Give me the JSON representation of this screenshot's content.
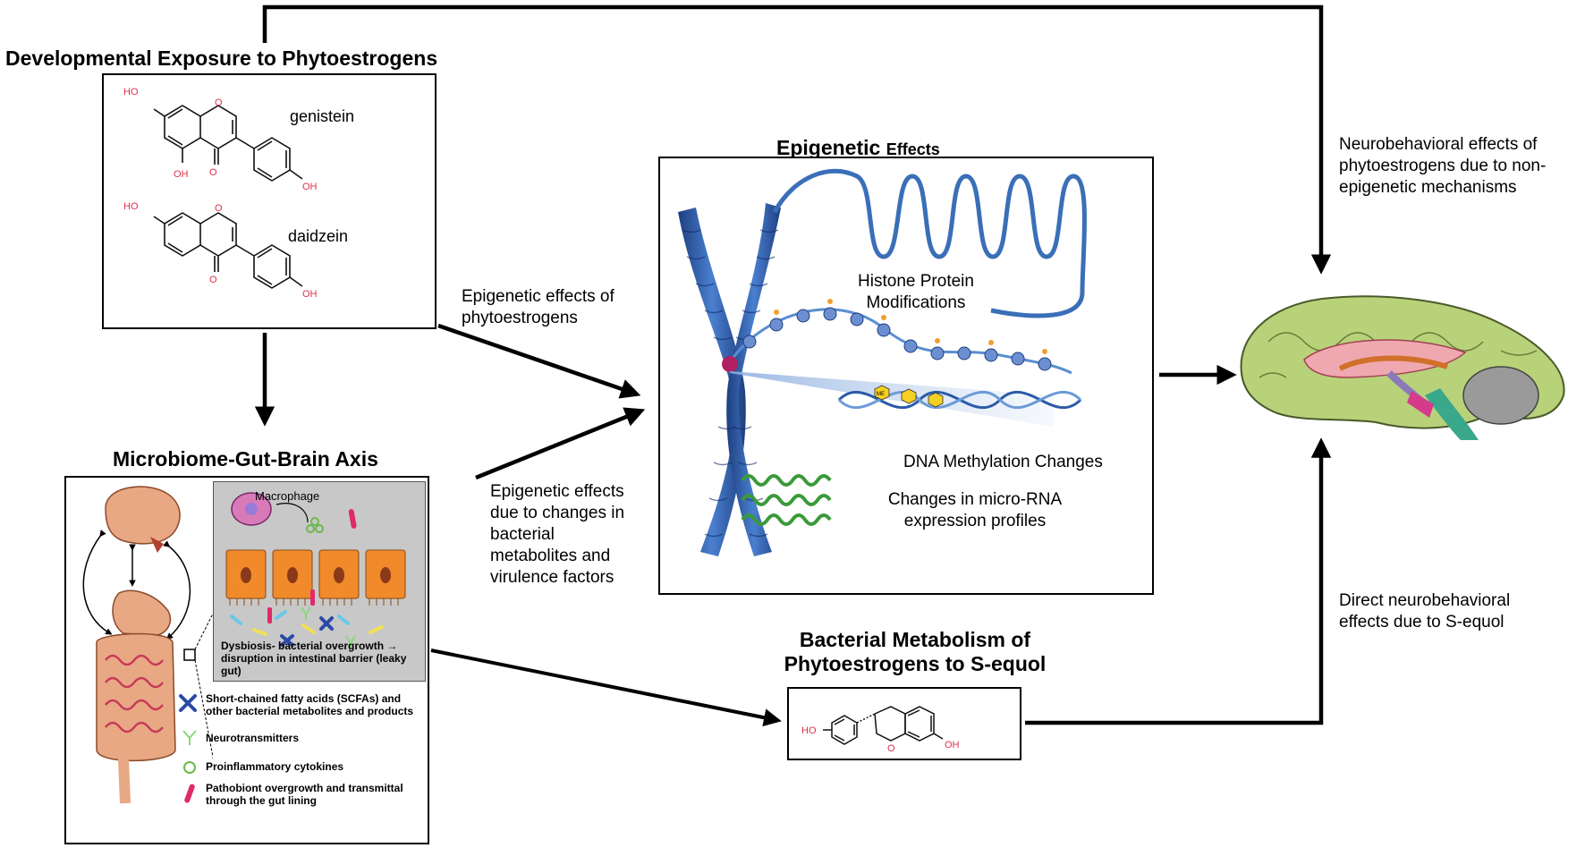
{
  "sections": {
    "developmental": {
      "heading": "Developmental Exposure to Phytoestrogens",
      "compounds": [
        {
          "name": "genistein",
          "atoms": [
            "HO",
            "OH",
            "O",
            "O",
            "OH"
          ]
        },
        {
          "name": "daidzein",
          "atoms": [
            "HO",
            "O",
            "O",
            "OH"
          ]
        }
      ]
    },
    "epigenetic": {
      "heading_main": "Epigenetic",
      "heading_small": "Effects",
      "labels": {
        "histone": "Histone Protein Modifications",
        "dna": "DNA Methylation  Changes",
        "mirna": "Changes in micro-RNA expression profiles"
      },
      "methyl_tag": "ME"
    },
    "microbiome": {
      "heading": "Microbiome-Gut-Brain Axis",
      "macrophage": "Macrophage",
      "dysbiosis": "Dysbiosis- bacterial overgrowth → disruption in intestinal barrier (leaky gut)",
      "legend": [
        {
          "icon": "scfa-icon",
          "text": "Short-chained fatty acids (SCFAs) and other bacterial metabolites and products"
        },
        {
          "icon": "neurotransmitter-icon",
          "text": "Neurotransmitters"
        },
        {
          "icon": "cytokine-icon",
          "text": "Proinflammatory cytokines"
        },
        {
          "icon": "pathobiont-icon",
          "text": "Pathobiont overgrowth and transmittal through the gut lining"
        }
      ]
    },
    "bacterial": {
      "heading_line1": "Bacterial Metabolism of",
      "heading_line2": "Phytoestrogens to S-equol",
      "atoms": [
        "HO",
        "O",
        "OH"
      ]
    }
  },
  "edge_labels": {
    "epi_phyto": "Epigenetic effects of phytoestrogens",
    "epi_bacterial": "Epigenetic effects due to changes in bacterial metabolites and virulence factors",
    "non_epigenetic": "Neurobehavioral effects of phytoestrogens due to non-epigenetic mechanisms",
    "direct_sequol": "Direct neurobehavioral effects due to S-equol"
  },
  "colors": {
    "chromosome": "#2a5aa8",
    "dna": "#4a7fc0",
    "mirna": "#3a9a3a",
    "cell": "#f08a2a",
    "gut": "#e8a884",
    "heteroatom": "#e0304a",
    "panel_gray": "#c8c8c8"
  }
}
